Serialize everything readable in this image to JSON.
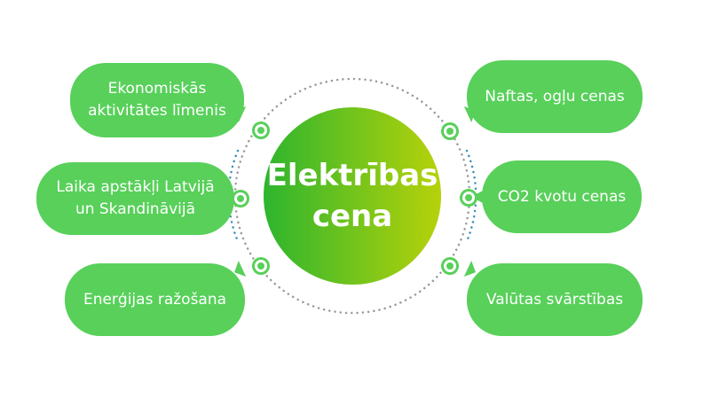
{
  "center_title": "Elektrības\ncena",
  "factors_left": [
    "Ekonomiskās\naktivitātes līmenis",
    "Laika apstākļi Latvijā\nun Skandināvijā",
    "Enerģijas ražošana"
  ],
  "factors_right": [
    "Naftas, ogļu cenas",
    "CO2 kvotu cenas",
    "Valūtas svārstības"
  ],
  "colors": {
    "bubble": "#58d05a",
    "gradient_start": "#2db52e",
    "gradient_end": "#b7d20a",
    "ring_dots": "#9a9a9a",
    "ring_dots_accent": "#3d8fb8"
  }
}
